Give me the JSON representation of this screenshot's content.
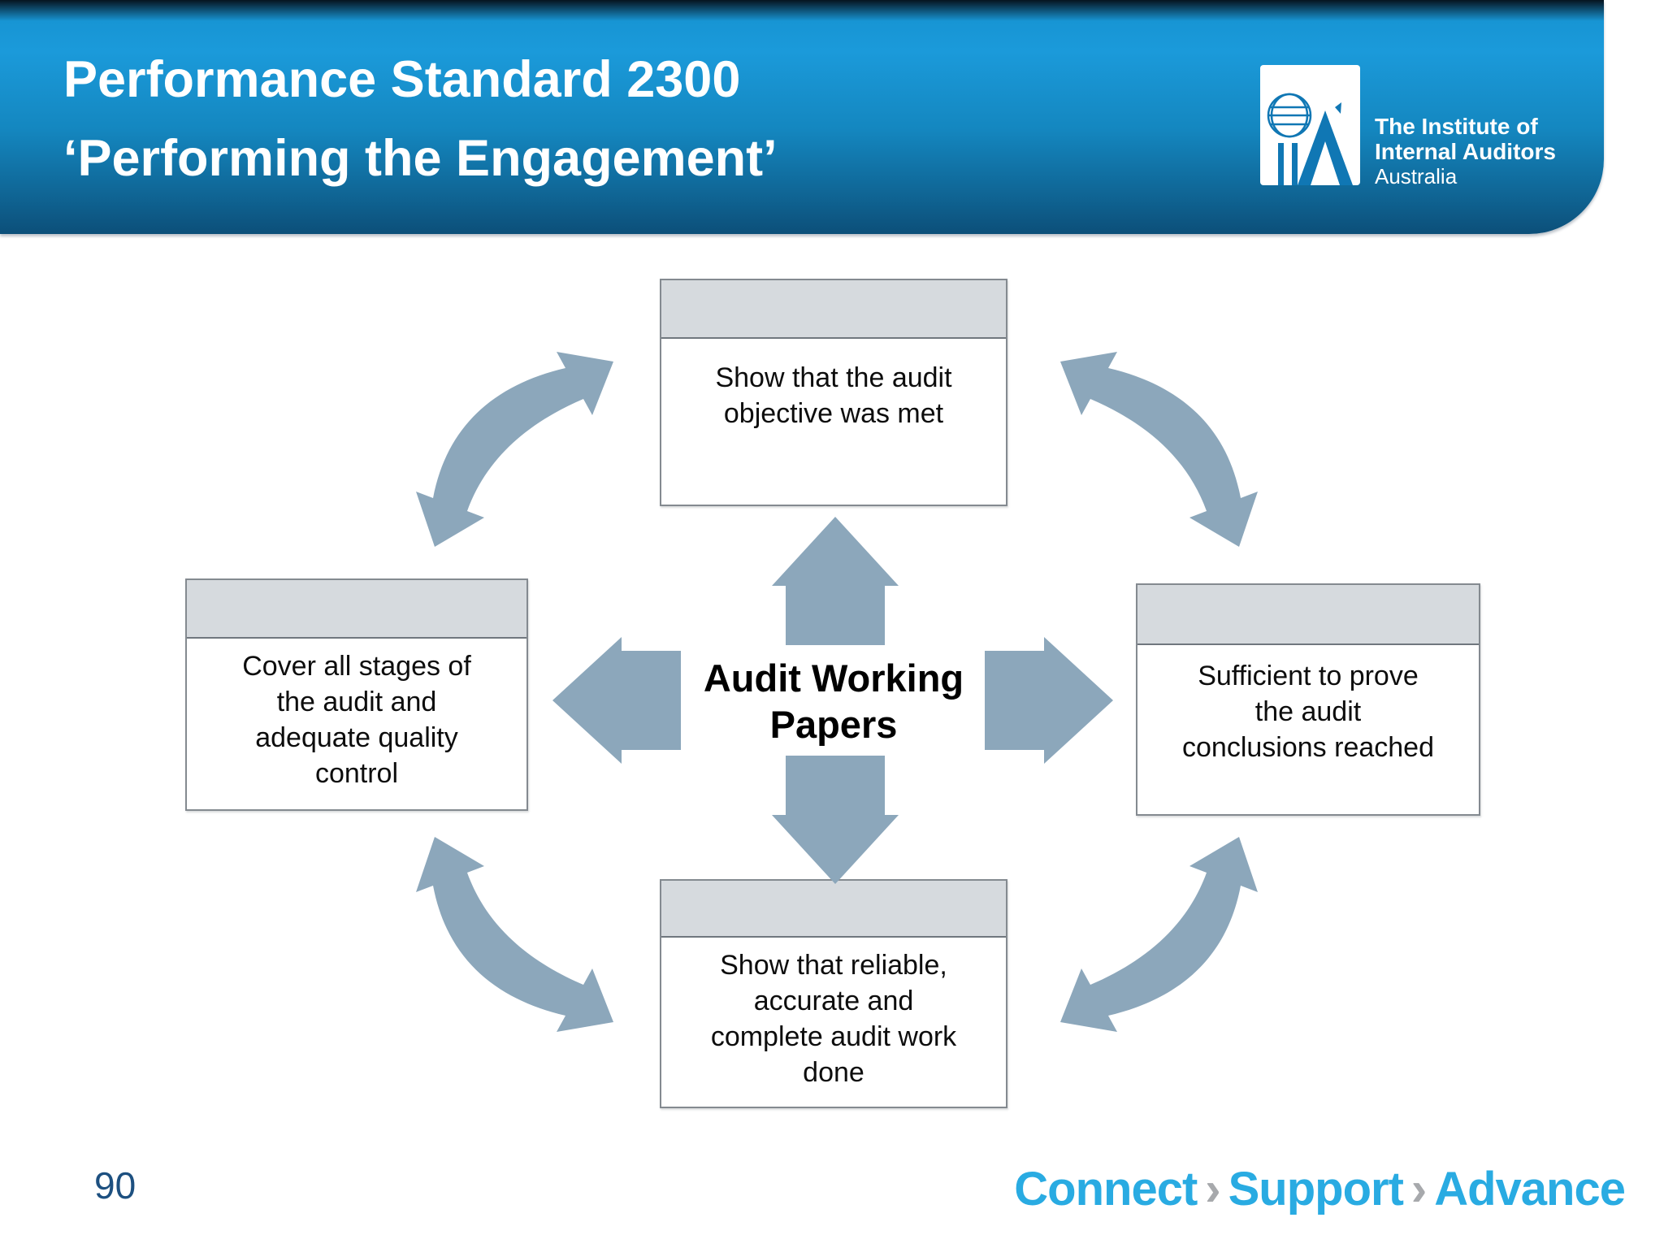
{
  "header": {
    "title": {
      "line1": "Performance Standard 2300",
      "line2": "‘Performing the Engagement’"
    },
    "logo": {
      "line1": "The Institute of",
      "line2": "Internal Auditors",
      "line3": "Australia"
    }
  },
  "diagram": {
    "center": {
      "line1": "Audit Working",
      "line2": "Papers"
    },
    "boxes": {
      "top": {
        "lines": [
          "Show that the audit",
          "objective was met"
        ]
      },
      "left": {
        "lines": [
          "Cover all stages of",
          "the audit and",
          "adequate quality",
          "control"
        ]
      },
      "right": {
        "lines": [
          "Sufficient to prove",
          "the audit",
          "conclusions reached"
        ]
      },
      "bottom": {
        "lines": [
          "Show that reliable,",
          "accurate and",
          "complete audit work",
          "done"
        ]
      }
    }
  },
  "footer": {
    "page_number": "90",
    "tagline": {
      "word1": "Connect",
      "word2": "Support",
      "word3": "Advance",
      "separator": "›"
    }
  },
  "colors": {
    "banner_blue_top": "#1B9ADA",
    "banner_blue_bottom": "#0C4F79",
    "arrow_fill": "#8CA7BB",
    "box_header_gray": "#D6DADE",
    "box_border_gray": "#848A90",
    "tagline_blue": "#29ABE2",
    "chevron_gray": "#A7A9AC",
    "page_number_blue": "#1D5080",
    "title_white": "#FFFFFF"
  }
}
